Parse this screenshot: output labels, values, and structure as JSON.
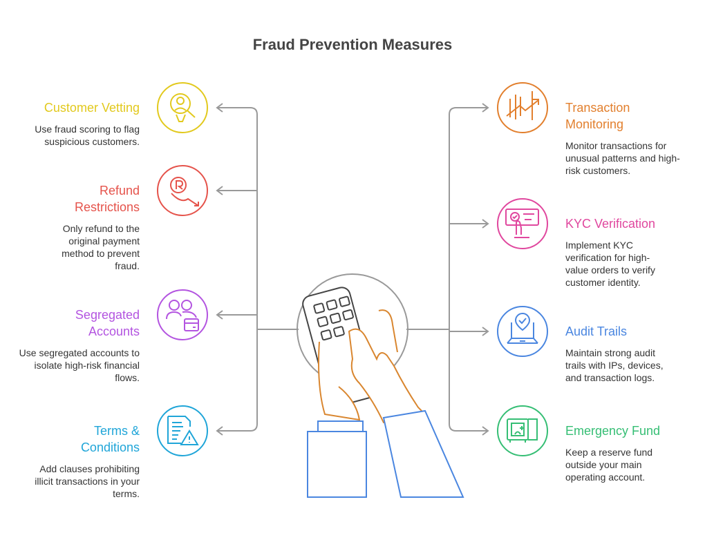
{
  "title": "Fraud Prevention Measures",
  "left": [
    {
      "title": "Customer Vetting",
      "desc": "Use fraud scoring to flag suspicious customers.",
      "color": "#e2c91d",
      "icon": "user-search-icon"
    },
    {
      "title": "Refund Restrictions",
      "desc": "Only refund to the original payment method to prevent fraud.",
      "color": "#e5534b",
      "icon": "refund-icon"
    },
    {
      "title": "Segregated Accounts",
      "desc": "Use segregated accounts to isolate high-risk financial flows.",
      "color": "#b354e0",
      "icon": "users-card-icon"
    },
    {
      "title": "Terms & Conditions",
      "desc": "Add clauses prohibiting illicit transactions in your terms.",
      "color": "#1fa5d8",
      "icon": "document-warning-icon"
    }
  ],
  "right": [
    {
      "title": "Transaction Monitoring",
      "desc": "Monitor transactions for unusual patterns and high-risk customers.",
      "color": "#e27f2d",
      "icon": "chart-trend-icon"
    },
    {
      "title": "KYC Verification",
      "desc": "Implement KYC verification for high-value orders to verify customer identity.",
      "color": "#e0479e",
      "icon": "id-check-icon"
    },
    {
      "title": "Audit Trails",
      "desc": "Maintain strong audit trails with IPs, devices, and transaction logs.",
      "color": "#4a86e0",
      "icon": "laptop-shield-icon"
    },
    {
      "title": "Emergency Fund",
      "desc": "Keep a reserve fund outside your main operating account.",
      "color": "#35be74",
      "icon": "safe-icon"
    }
  ]
}
